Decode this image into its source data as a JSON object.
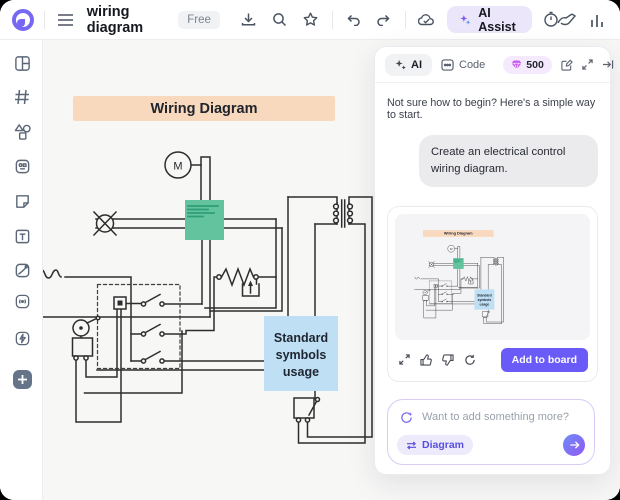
{
  "topbar": {
    "title": "wiring diagram",
    "plan_badge": "Free",
    "ai_assist": "AI Assist"
  },
  "sidebar": {
    "icons": [
      "templates",
      "grid",
      "shapes",
      "cards",
      "sticky-note",
      "text",
      "media",
      "embed",
      "automation",
      "add"
    ]
  },
  "canvas": {
    "banner_title": "Wiring Diagram",
    "motor_label": "M",
    "symbol_box_lines": {
      "0": "Standard",
      "1": "symbols",
      "2": "usage"
    }
  },
  "ai_panel": {
    "tab_ai": "AI",
    "tab_code": "Code",
    "credits": "500",
    "greeting": "Not sure how to begin? Here's a simple way to start.",
    "user_message": "Create an electrical control wiring diagram.",
    "add_to_board": "Add to board",
    "input_placeholder": "Want to add something more?",
    "mode_chip": "Diagram"
  },
  "colors": {
    "accent_purple": "#6a5af8",
    "banner": "#f9d9bd",
    "teal_box": "#62c39e",
    "teal_lines": "#2e9e77",
    "blue_box": "#bfe0f4",
    "gem": "#c758ee",
    "wire": "#2d2d2d"
  }
}
